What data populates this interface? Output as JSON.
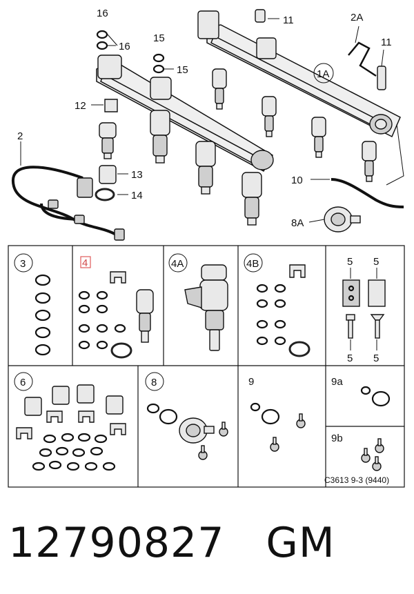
{
  "callouts": {
    "c16a": "16",
    "c16b": "16",
    "c15a": "15",
    "c15b": "15",
    "c11a": "11",
    "c11b": "11",
    "c2A": "2A",
    "c1A": "1A",
    "c12": "12",
    "c2": "2",
    "c13": "13",
    "c14": "14",
    "c10": "10",
    "c8A": "8A"
  },
  "kits": {
    "k3": "3",
    "k4": "4",
    "k4A": "4A",
    "k4B": "4B",
    "k5a": "5",
    "k5b": "5",
    "k5c": "5",
    "k5d": "5",
    "k6": "6",
    "k8": "8",
    "k9": "9",
    "k9a": "9a",
    "k9b": "9b"
  },
  "figure_code": "C3613 9-3 (9440)",
  "part_number": "12790827",
  "brand": "GM",
  "colors": {
    "highlight": "#e05a5a",
    "line": "#111111"
  }
}
